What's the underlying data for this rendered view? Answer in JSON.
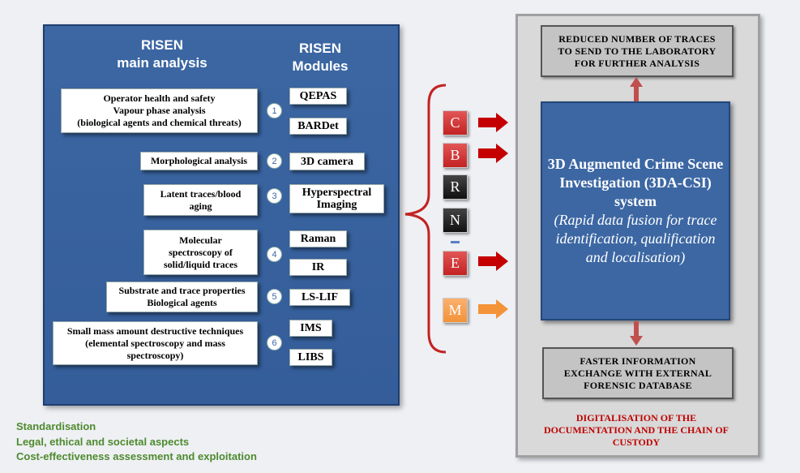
{
  "left": {
    "header_main": [
      "RISEN",
      "main analysis"
    ],
    "header_modules": [
      "RISEN",
      "Modules"
    ],
    "analyses": [
      {
        "num": "1",
        "lines": [
          "Operator health and safety",
          "Vapour phase analysis",
          "(biological agents and chemical threats)"
        ]
      },
      {
        "num": "2",
        "lines": [
          "Morphological analysis"
        ]
      },
      {
        "num": "3",
        "lines": [
          "Latent traces/blood",
          "aging"
        ]
      },
      {
        "num": "4",
        "lines": [
          "Molecular",
          "spectroscopy of",
          "solid/liquid traces"
        ]
      },
      {
        "num": "5",
        "lines": [
          "Substrate and trace properties",
          "Biological agents"
        ]
      },
      {
        "num": "6",
        "lines": [
          "Small mass amount destructive techniques",
          "(elemental spectroscopy and mass",
          "spectroscopy)"
        ]
      }
    ],
    "modules": [
      "QEPAS",
      "BARDet",
      "3D camera",
      "Hyperspectral Imaging",
      "Raman",
      "IR",
      "LS-LIF",
      "IMS",
      "LIBS"
    ]
  },
  "letters": [
    "C",
    "B",
    "R",
    "N",
    "E",
    "M"
  ],
  "right": {
    "top_box": [
      "REDUCED NUMBER OF TRACES",
      "TO SEND TO THE LABORATORY",
      "FOR FURTHER ANALYSIS"
    ],
    "central_title": "3D Augmented Crime Scene Investigation (3DA-CSI) system",
    "central_sub": "(Rapid data fusion for trace identification, qualification and localisation)",
    "bottom_box": [
      "FASTER INFORMATION",
      "EXCHANGE WITH EXTERNAL",
      "FORENSIC DATABASE"
    ],
    "digital": "DIGITALISATION OF THE DOCUMENTATION AND THE CHAIN OF CUSTODY"
  },
  "footer": [
    "Standardisation",
    "Legal, ethical and societal aspects",
    "Cost-effectiveness assessment and exploitation"
  ],
  "colors": {
    "panel_blue": "#3c67a3",
    "red": "#c32222",
    "orange": "#f49338",
    "green_text": "#4e8a2e",
    "red_text": "#c00000"
  }
}
